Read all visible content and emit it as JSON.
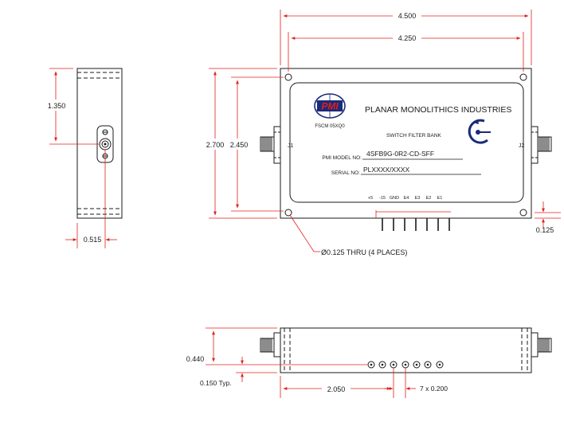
{
  "dimensions": {
    "overall_width": "4.500",
    "hole_spacing_width": "4.250",
    "overall_height": "2.700",
    "hole_spacing_height": "2.450",
    "connector_height": "1.350",
    "side_thickness": "0.515",
    "hole_inset": "0.125",
    "pin_offset_height": "0.440",
    "pin_typical": "0.150 Typ.",
    "pin_start": "2.050",
    "pin_pitch": "7 x 0.200",
    "hole_note": "Ø0.125 THRU (4 PLACES)"
  },
  "label": {
    "logo_text": "PMI",
    "company": "PLANAR MONOLITHICS INDUSTRIES",
    "fscm": "FSCM 05XQ0",
    "product": "SWITCH FILTER BANK",
    "model_label": "PMI MODEL NO:",
    "model_value": "4SFB9G-0R2-CD-SFF",
    "serial_label": "SERIAL NO:",
    "serial_value": "PLXXXX/XXXX"
  },
  "connectors": {
    "left": "J1",
    "right": "J2"
  },
  "pins": [
    "+5",
    "-15",
    "GND",
    "E4",
    "E3",
    "E2",
    "E1"
  ],
  "colors": {
    "dimension": "#e0201c",
    "outline": "#1a1a1a",
    "logo": "#1b2a7a"
  }
}
